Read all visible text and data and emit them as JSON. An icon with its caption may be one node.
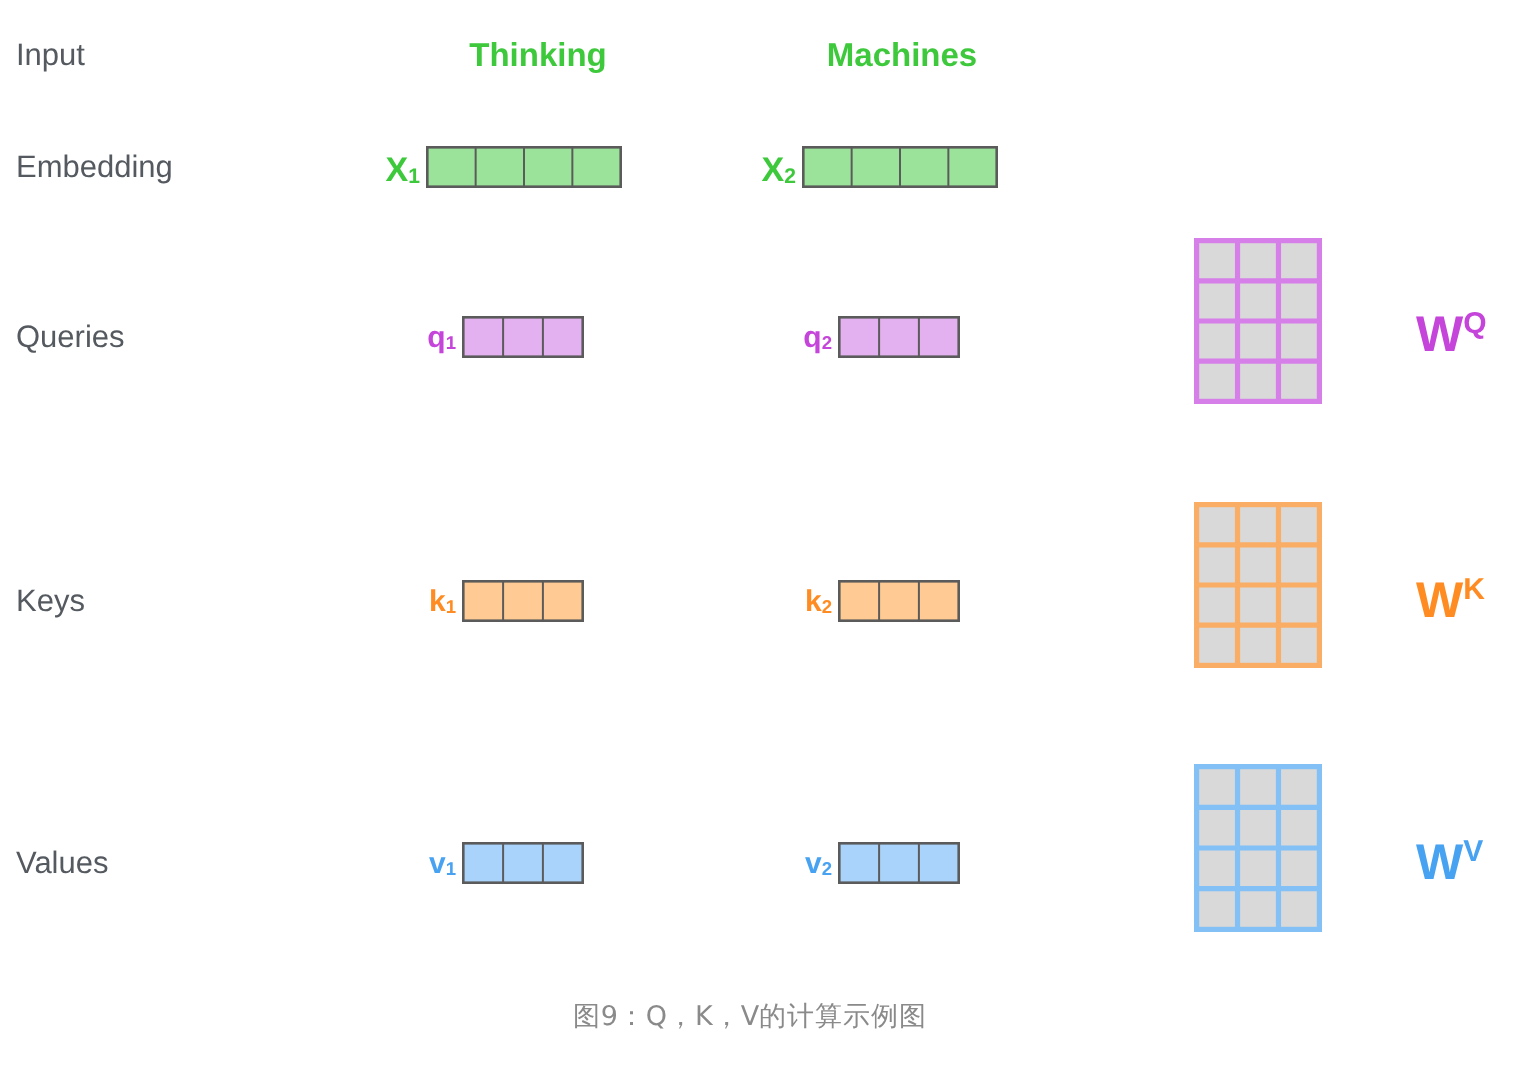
{
  "diagram": {
    "caption": "图9：Q，K，V的计算示例图",
    "nodes": [
      {
        "text": [],
        "shape": "bar",
        "beside": [
          "X$_{1}$"
        ]
      },
      {
        "text": [],
        "shape": "bar",
        "beside": [
          "X$_{2}$"
        ]
      },
      {
        "text": [],
        "shape": "bar",
        "beside": [
          "q$_{1}$"
        ]
      },
      {
        "text": [],
        "shape": "bar",
        "beside": [
          "q$_{2}$"
        ]
      },
      {
        "text": [],
        "shape": "grid",
        "beside": [
          "W$^{Q}$"
        ]
      },
      {
        "text": [],
        "shape": "bar",
        "beside": [
          "k$_{1}$"
        ]
      },
      {
        "text": [],
        "shape": "bar",
        "beside": [
          "k$_{2}$"
        ]
      },
      {
        "text": [],
        "shape": "grid",
        "beside": [
          "W$^{K}$"
        ]
      },
      {
        "text": [],
        "shape": "bar",
        "beside": [
          "v$_{1}$"
        ]
      },
      {
        "text": [],
        "shape": "bar",
        "beside": [
          "v$_{2}$"
        ]
      },
      {
        "text": [],
        "shape": "grid",
        "beside": [
          "W$^{V}$"
        ]
      }
    ],
    "labels": [
      "Input",
      "Thinking",
      "Machines",
      "Embedding",
      "Queries",
      "Keys",
      "Values"
    ]
  }
}
